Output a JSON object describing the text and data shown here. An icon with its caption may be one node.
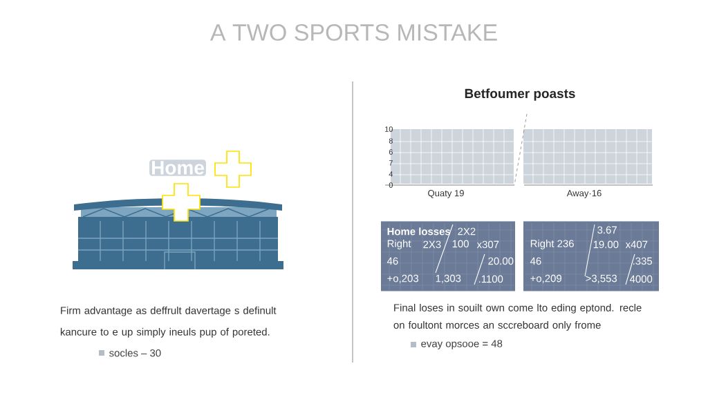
{
  "diagram": {
    "title": "A TWO SPORTS MISTAKE",
    "nodes": [
      {
        "text": [
          "Home"
        ]
      },
      {
        "text": [
          "Home losses",
          "2X2",
          "Right",
          "2X3",
          "100",
          "x307",
          "46",
          "20.00",
          "+o,203",
          "1,303",
          ".1100"
        ]
      },
      {
        "text": [
          "3.67",
          "Right 236",
          "19.00",
          "x407",
          "46",
          ".335",
          "+o,209",
          ">3,553",
          "4000"
        ]
      }
    ],
    "edges": [],
    "labels": [
      "Betfoumer poasts",
      "10",
      "8",
      "6",
      "7",
      "4",
      "0",
      "Quaty 19",
      "Away·16",
      "Firm advantage as deffrult davertage s definult kancure to e up simply ineuls pup of poreted.",
      "Final loses in souilt own come lto eding eptond. recle on foultont morces an sccreboard only frome"
    ],
    "legend": [
      {
        "text": "socles – 30",
        "color": "#b4bcc6"
      },
      {
        "text": "evay opsooe = 48",
        "color": "#b4bcc6"
      }
    ]
  }
}
